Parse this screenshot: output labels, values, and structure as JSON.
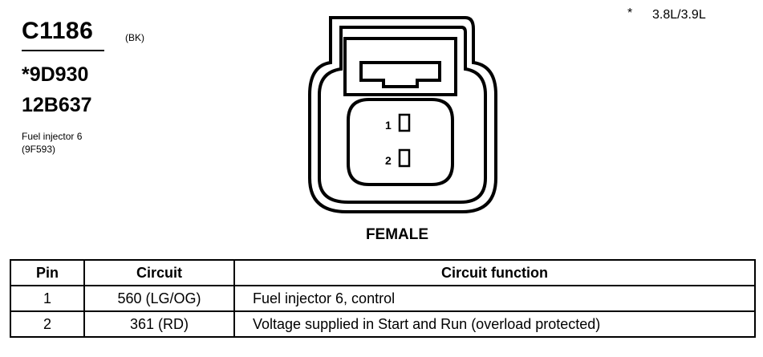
{
  "header": {
    "connector_id": "C1186",
    "color_code": "(BK)",
    "part_numbers": [
      "*9D930",
      "12B637"
    ],
    "description": "Fuel injector 6",
    "description_ref": "(9F593)"
  },
  "note": {
    "mark": "*",
    "text": "3.8L/3.9L"
  },
  "diagram": {
    "pin_labels": [
      "1",
      "2"
    ],
    "gender": "FEMALE"
  },
  "table": {
    "headers": [
      "Pin",
      "Circuit",
      "Circuit function"
    ],
    "rows": [
      {
        "pin": "1",
        "circuit": "560 (LG/OG)",
        "function": "Fuel injector 6, control"
      },
      {
        "pin": "2",
        "circuit": "361 (RD)",
        "function": "Voltage supplied in Start and Run (overload protected)"
      }
    ]
  }
}
